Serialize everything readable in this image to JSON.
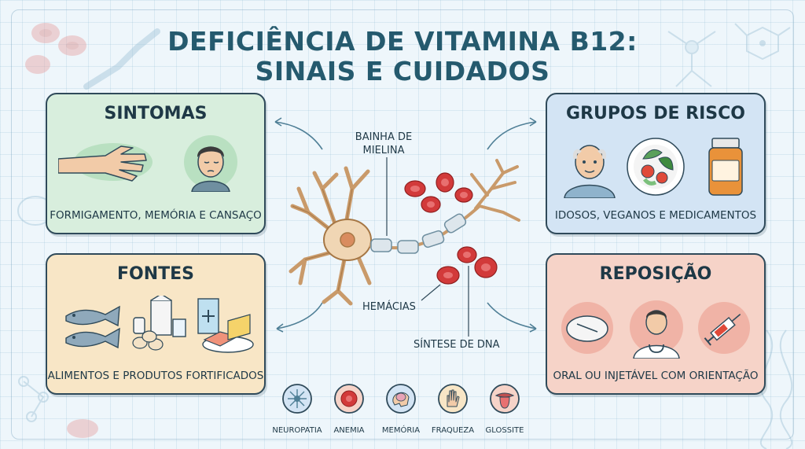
{
  "title_line1": "DEFICIÊNCIA DE VITAMINA B12:",
  "title_line2": "SINAIS E CUIDADOS",
  "cards": {
    "sintomas": {
      "title": "SINTOMAS",
      "caption": "FORMIGAMENTO, MEMÓRIA E CANSAÇO"
    },
    "grupos": {
      "title": "GRUPOS DE RISCO",
      "caption": "IDOSOS, VEGANOS E MEDICAMENTOS"
    },
    "fontes": {
      "title": "FONTES",
      "caption": "ALIMENTOS E PRODUTOS FORTIFICADOS"
    },
    "reposicao": {
      "title": "REPOSIÇÃO",
      "caption": "ORAL OU INJETÁVEL COM ORIENTAÇÃO"
    }
  },
  "center_labels": {
    "mielina_1": "BAINHA DE",
    "mielina_2": "MIELINA",
    "hemacias": "HEMÁCIAS",
    "dna": "SÍNTESE DE DNA"
  },
  "bottom_icons": [
    {
      "label": "NEUROPATIA",
      "icon": "neuron-icon"
    },
    {
      "label": "ANEMIA",
      "icon": "red-cell-icon"
    },
    {
      "label": "MEMÓRIA",
      "icon": "brain-icon"
    },
    {
      "label": "FRAQUEZA",
      "icon": "hand-icon"
    },
    {
      "label": "GLOSSITE",
      "icon": "tongue-icon"
    }
  ],
  "colors": {
    "sintomas_bg": "#d8eedd",
    "grupos_bg": "#d3e4f4",
    "fontes_bg": "#f8e6c6",
    "reposicao_bg": "#f6d3c8",
    "title": "#255a6e",
    "red_cell": "#d23a3a"
  }
}
